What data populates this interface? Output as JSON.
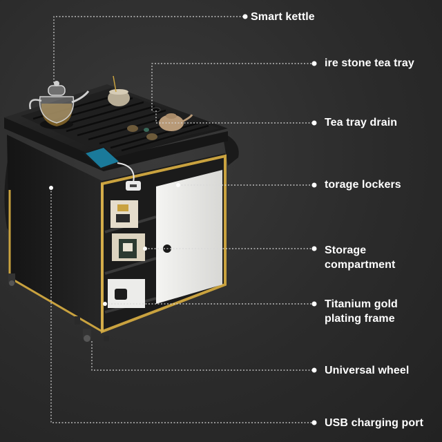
{
  "callouts": [
    {
      "id": "smart-kettle",
      "text": "Smart kettle"
    },
    {
      "id": "stone-tea-tray",
      "text": "ire stone tea tray"
    },
    {
      "id": "tea-tray-drain",
      "text": "Tea tray drain"
    },
    {
      "id": "storage-lockers",
      "text": "torage lockers"
    },
    {
      "id": "storage-compartment",
      "text": "Storage\ncompartment"
    },
    {
      "id": "titanium-frame",
      "text": "Titanium gold\nplating frame"
    },
    {
      "id": "universal-wheel",
      "text": "Universal wheel"
    },
    {
      "id": "usb-port",
      "text": "USB charging port"
    }
  ],
  "colors": {
    "background": "#2b2b2b",
    "cabinet_body": "#1e1e1e",
    "gold_frame": "#c9a23f",
    "door_white": "#e9e9e6",
    "leader_line": "#d8d8d8",
    "text": "#ffffff"
  }
}
